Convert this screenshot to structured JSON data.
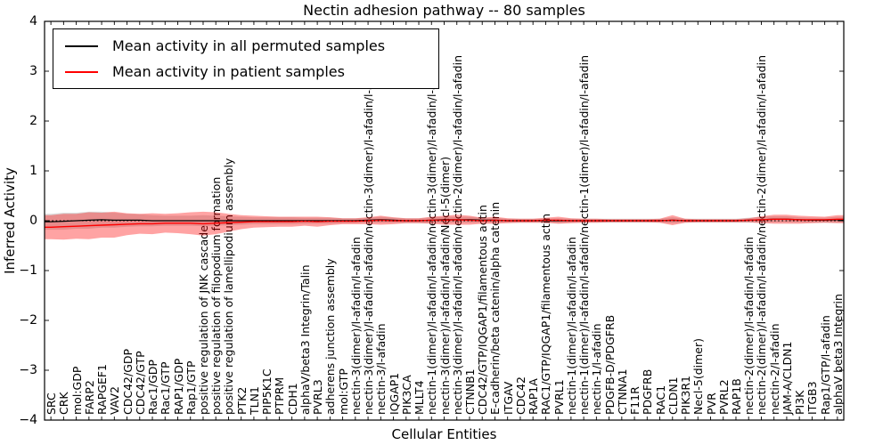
{
  "legend": {
    "entries": [
      {
        "label": "Mean activity in all permuted samples",
        "color": "#000000"
      },
      {
        "label": "Mean activity in patient samples",
        "color": "#ff0000"
      }
    ]
  },
  "chart_data": {
    "type": "line",
    "title": "Nectin adhesion pathway -- 80 samples",
    "xlabel": "Cellular Entities",
    "ylabel": "Inferred Activity",
    "ylim": [
      -4,
      4
    ],
    "yticks": [
      4,
      3,
      2,
      1,
      0,
      -1,
      -2,
      -3,
      -4
    ],
    "grid": false,
    "legend_position": "upper left",
    "zero_line": "dotted-black",
    "x_tick_rotation": 90,
    "colors": {
      "permuted_line": "#000000",
      "permuted_band": "rgba(0,0,0,0.14)",
      "patient_line": "#ff0000",
      "patient_band": "rgba(255,0,0,0.36)",
      "frame": "#000000"
    },
    "categories": [
      "SRC",
      "CRK",
      "mol:GDP",
      "FARP2",
      "RAPGEF1",
      "VAV2",
      "CDC42/GDP",
      "CDC42/GTP",
      "Rac1/GDP",
      "Rac1/GTP",
      "RAP1/GDP",
      "Rap1/GTP",
      "positive regulation of JNK cascade",
      "positive regulation of filopodium formation",
      "positive regulation of lamellipodium assembly",
      "PTK2",
      "TLN1",
      "PIP5K1C",
      "PTPRM",
      "CDH1",
      "alphaV/beta3 Integrin/Talin",
      "PVRL3",
      "adherens junction assembly",
      "mol:GTP",
      "nectin-3(dimer)/l-afadin/l-afadin",
      "nectin-3(dimer)/l-afadin/l-afadin/nectin-3(dimer)/l-afadin/l-afadin",
      "nectin-3/l-afadin",
      "IQGAP1",
      "PIK3CA",
      "MLLT4",
      "nectin-1(dimer)/l-afadin/l-afadin/nectin-3(dimer)/l-afadin/l-afadin",
      "nectin-3(dimer)/l-afadin/l-afadin/Necl-5(dimer)",
      "nectin-3(dimer)/l-afadin/l-afadin/nectin-2(dimer)/l-afadin/l-afadin",
      "CTNNB1",
      "CDC42/GTP/IQGAP1/filamentous actin",
      "E-cadherin/beta catenin/alpha catenin",
      "ITGAV",
      "CDC42",
      "RAP1A",
      "RAC1/GTP/IQGAP1/filamentous actin",
      "PVRL1",
      "nectin-1(dimer)/l-afadin/l-afadin",
      "nectin-1(dimer)/l-afadin/l-afadin/nectin-1(dimer)/l-afadin/l-afadin",
      "nectin-1/l-afadin",
      "PDGFB-D/PDGFRB",
      "CTNNA1",
      "F11R",
      "PDGFRB",
      "RAC1",
      "CLDN1",
      "PIK3R1",
      "Necl-5(dimer)",
      "PVR",
      "PVRL2",
      "RAP1B",
      "nectin-2(dimer)/l-afadin/l-afadin",
      "nectin-2(dimer)/l-afadin/l-afadin/nectin-2(dimer)/l-afadin/l-afadin",
      "nectin-2/l-afadin",
      "JAM-A/CLDN1",
      "PI3K",
      "ITGB3",
      "Rap1/GTP/l-afadin",
      "alphaV beta3 Integrin"
    ],
    "series": [
      {
        "name": "Mean activity in all permuted samples",
        "values": [
          -0.02,
          -0.01,
          0,
          0.01,
          0.02,
          0.01,
          0.01,
          0.01,
          0,
          0,
          0,
          0,
          0,
          0,
          0,
          0,
          0,
          0,
          0,
          0,
          0,
          0,
          0,
          0,
          0,
          0.01,
          0.02,
          0.01,
          0,
          0,
          0.01,
          0.02,
          0.02,
          0.02,
          0.01,
          0.01,
          0,
          0,
          0,
          0,
          0,
          0,
          0,
          0,
          0,
          0,
          0,
          0,
          0,
          0.01,
          0,
          0,
          0,
          0,
          0,
          0.01,
          0.02,
          0.03,
          0.03,
          0.02,
          0.01,
          0.01,
          0.02
        ],
        "std": [
          0.16,
          0.17,
          0.16,
          0.17,
          0.16,
          0.15,
          0.13,
          0.12,
          0.11,
          0.1,
          0.1,
          0.1,
          0.11,
          0.1,
          0.09,
          0.08,
          0.07,
          0.07,
          0.07,
          0.07,
          0.06,
          0.06,
          0.06,
          0.05,
          0.05,
          0.05,
          0.06,
          0.05,
          0.05,
          0.05,
          0.06,
          0.06,
          0.06,
          0.06,
          0.05,
          0.05,
          0.04,
          0.04,
          0.04,
          0.04,
          0.05,
          0.04,
          0.04,
          0.04,
          0.04,
          0.04,
          0.04,
          0.04,
          0.04,
          0.06,
          0.04,
          0.04,
          0.04,
          0.04,
          0.04,
          0.05,
          0.06,
          0.06,
          0.06,
          0.05,
          0.05,
          0.05,
          0.06
        ]
      },
      {
        "name": "Mean activity in patient samples",
        "values": [
          -0.13,
          -0.12,
          -0.11,
          -0.1,
          -0.09,
          -0.08,
          -0.07,
          -0.06,
          -0.06,
          -0.05,
          -0.05,
          -0.05,
          -0.06,
          -0.05,
          -0.04,
          -0.03,
          -0.02,
          -0.02,
          -0.02,
          -0.02,
          -0.01,
          -0.02,
          -0.01,
          -0.01,
          -0.01,
          0,
          0.01,
          0,
          0,
          0,
          0.01,
          0.01,
          0.02,
          0.01,
          0,
          0.01,
          0,
          0,
          0,
          0.01,
          0.01,
          0,
          0,
          0,
          0,
          0,
          0,
          0,
          0,
          0.01,
          0,
          0,
          0,
          0,
          0,
          0.01,
          0.02,
          0.03,
          0.03,
          0.02,
          0.02,
          0.02,
          0.03
        ],
        "std": [
          0.24,
          0.26,
          0.25,
          0.27,
          0.25,
          0.26,
          0.22,
          0.2,
          0.21,
          0.19,
          0.2,
          0.22,
          0.24,
          0.22,
          0.18,
          0.14,
          0.12,
          0.11,
          0.1,
          0.1,
          0.09,
          0.1,
          0.08,
          0.06,
          0.06,
          0.07,
          0.09,
          0.07,
          0.05,
          0.05,
          0.07,
          0.09,
          0.1,
          0.09,
          0.06,
          0.07,
          0.05,
          0.04,
          0.04,
          0.05,
          0.07,
          0.05,
          0.04,
          0.04,
          0.03,
          0.03,
          0.03,
          0.03,
          0.04,
          0.1,
          0.04,
          0.03,
          0.03,
          0.03,
          0.03,
          0.04,
          0.07,
          0.09,
          0.09,
          0.08,
          0.07,
          0.06,
          0.08
        ]
      }
    ]
  }
}
